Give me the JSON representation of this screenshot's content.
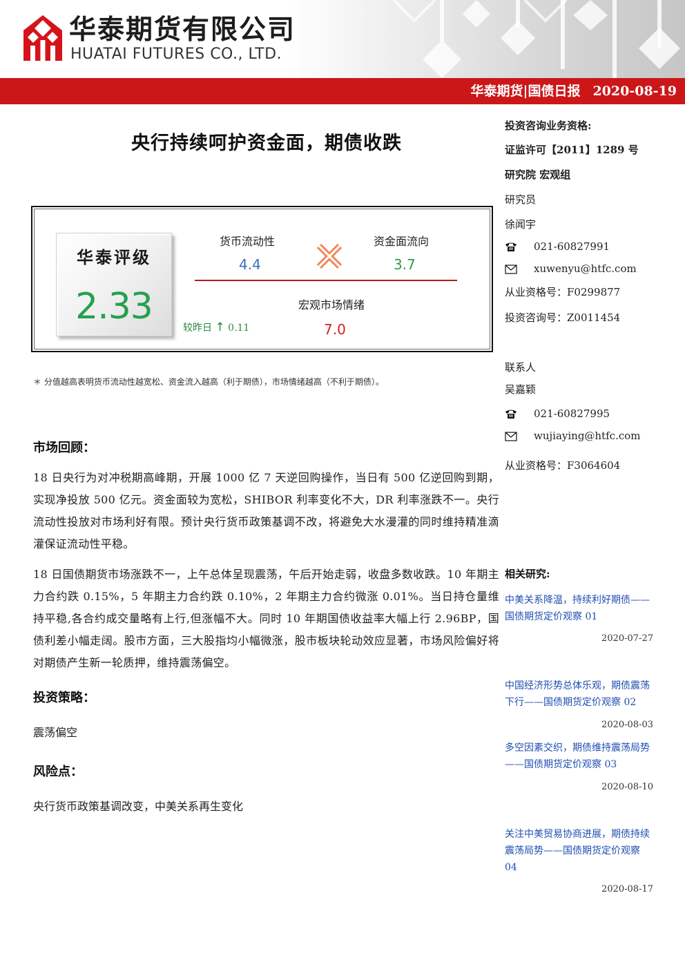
{
  "header": {
    "company_cn": "华泰期货有限公司",
    "company_en": "HUATAI FUTURES CO., LTD.",
    "bar_left": "华泰期货",
    "bar_sep": "|",
    "bar_report": "国债日报",
    "bar_date": "2020-08-19"
  },
  "title": "央行持续呵护资金面，期债收跌",
  "rating": {
    "label": "华泰评级",
    "score": "2.33",
    "money_liquidity_label": "货币流动性",
    "money_liquidity_value": "4.4",
    "fund_flow_label": "资金面流向",
    "fund_flow_value": "3.7",
    "macro_label": "宏观市场情绪",
    "macro_value": "7.0",
    "compare_label": "较昨日",
    "compare_value": "0.11",
    "colors": {
      "liquidity": "#3b6fb5",
      "flow": "#2f9c46",
      "macro": "#d42121",
      "score": "#24a04f",
      "cross": "#f08a5a"
    }
  },
  "note": "＊ 分值越高表明货币流动性越宽松、资金流入越高（利于期债），市场情绪越高（不利于期债）。",
  "sections": {
    "review_title": "市场回顾：",
    "review_p1": "18 日央行为对冲税期高峰期，开展 1000 亿 7 天逆回购操作，当日有 500 亿逆回购到期，实现净投放 500 亿元。资金面较为宽松，SHIBOR 利率变化不大，DR 利率涨跌不一。央行流动性投放对市场利好有限。预计央行货币政策基调不改，将避免大水漫灌的同时维持精准滴灌保证流动性平稳。",
    "review_p2": "18 日国债期货市场涨跌不一，上午总体呈现震荡，午后开始走弱，收盘多数收跌。10 年期主力合约跌 0.15%，5 年期主力合约跌 0.10%，2 年期主力合约微涨 0.01%。当日持仓量维持平稳,各合约成交量略有上行,但涨幅不大。同时 10 年期国债收益率大幅上行 2.96BP，国债利差小幅走阔。股市方面，三大股指均小幅微涨，股市板块轮动效应显著，市场风险偏好将对期债产生新一轮质押，维持震荡偏空。",
    "strategy_title": "投资策略：",
    "strategy_text": "震荡偏空",
    "risk_title": "风险点：",
    "risk_text": "央行货币政策基调改变，中美关系再生变化"
  },
  "sidebar": {
    "qual_title": "投资咨询业务资格:",
    "license": "证监许可【2011】1289 号",
    "dept": "研究院 宏观组",
    "researcher_label": "研究员",
    "researcher_name": "徐闻宇",
    "researcher_phone": "021-60827991",
    "researcher_email": "xuwenyu@htfc.com",
    "researcher_cert": "从业资格号：F0299877",
    "researcher_advisory": "投资咨询号：Z0011454",
    "contact_label": "联系人",
    "contact_name": "吴嘉颖",
    "contact_phone": "021-60827995",
    "contact_email": "wujiaying@htfc.com",
    "contact_cert": "从业资格号：F3064604",
    "icons": {
      "phone": "phone-icon",
      "email": "envelope-icon"
    }
  },
  "related": {
    "title": "相关研究:",
    "items": [
      {
        "text": "中美关系降温，持续利好期债——国债期货定价观察 01",
        "date": "2020-07-27"
      },
      {
        "text": "中国经济形势总体乐观，期债震荡下行——国债期货定价观察 02",
        "date": "2020-08-03"
      },
      {
        "text": "多空因素交织，期债维持震荡局势——国债期货定价观察 03",
        "date": "2020-08-10"
      },
      {
        "text": "关注中美贸易协商进展，期债持续震荡局势——国债期货定价观察 04",
        "date": "2020-08-17"
      }
    ]
  }
}
